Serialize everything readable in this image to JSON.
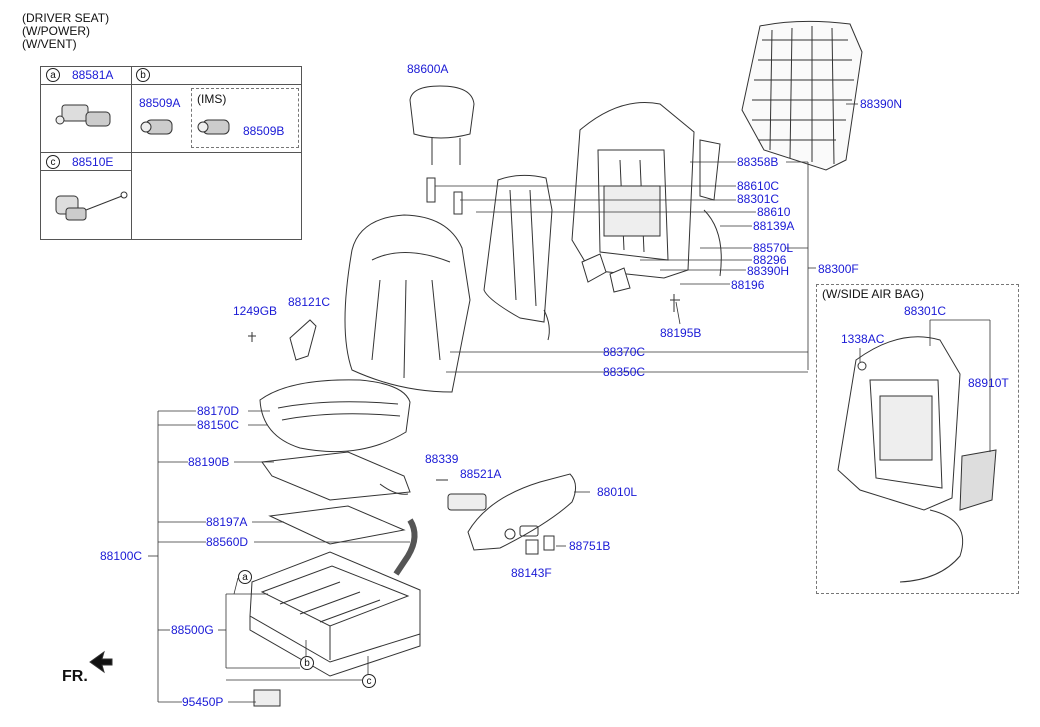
{
  "header": {
    "line1": "(DRIVER SEAT)",
    "line2": "(W/POWER)",
    "line3": "(W/VENT)"
  },
  "inset": {
    "a_marker": "a",
    "a_part": "88581A",
    "b_marker": "b",
    "b_part": "88509A",
    "ims_label": "(IMS)",
    "ims_part": "88509B",
    "c_marker": "c",
    "c_part": "88510E"
  },
  "airbag": {
    "title": "(W/SIDE AIR BAG)",
    "p1": "88301C",
    "p2": "1338AC",
    "p3": "88910T"
  },
  "labels": {
    "l88600A": "88600A",
    "l88390N": "88390N",
    "l88358B": "88358B",
    "l88610C": "88610C",
    "l88301C": "88301C",
    "l88610": "88610",
    "l88139A": "88139A",
    "l88570L": "88570L",
    "l88296": "88296",
    "l88390H": "88390H",
    "l88300F": "88300F",
    "l88196": "88196",
    "l88195B": "88195B",
    "l1249GB": "1249GB",
    "l88121C": "88121C",
    "l88370C": "88370C",
    "l88350C": "88350C",
    "l88170D": "88170D",
    "l88150C": "88150C",
    "l88190B": "88190B",
    "l88339": "88339",
    "l88521A": "88521A",
    "l88010L": "88010L",
    "l88197A": "88197A",
    "l88560D": "88560D",
    "l88100C": "88100C",
    "l88751B": "88751B",
    "l88143F": "88143F",
    "l88500G": "88500G",
    "l95450P": "95450P"
  },
  "markers": {
    "a": "a",
    "b": "b",
    "c": "c"
  },
  "fr_label": "FR."
}
